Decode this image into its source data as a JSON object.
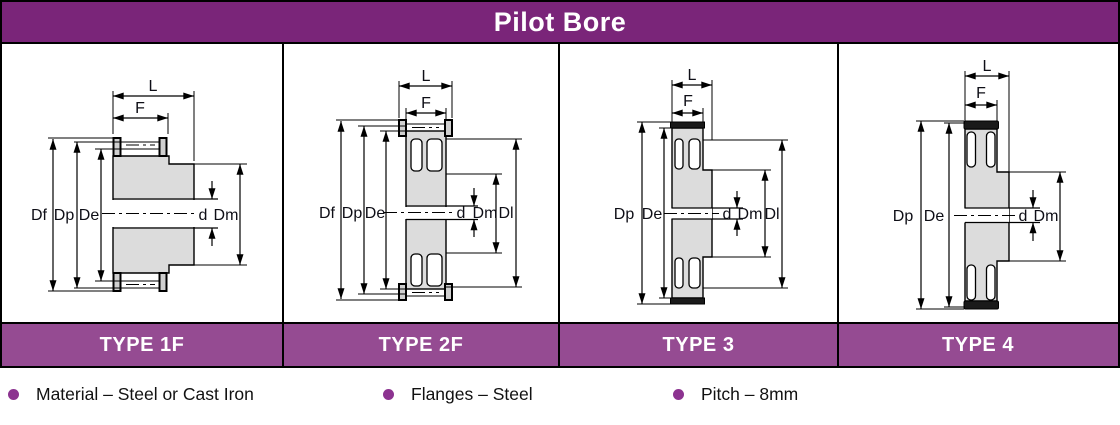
{
  "header": {
    "title": "Pilot Bore"
  },
  "panels": [
    {
      "id": "type-1f",
      "type_label": "TYPE 1F",
      "dims": {
        "L": "L",
        "F": "F",
        "Df": "Df",
        "Dp": "Dp",
        "De": "De",
        "d": "d",
        "Dm": "Dm"
      }
    },
    {
      "id": "type-2f",
      "type_label": "TYPE 2F",
      "dims": {
        "L": "L",
        "F": "F",
        "Df": "Df",
        "Dp": "Dp",
        "De": "De",
        "d": "d",
        "Dm": "Dm",
        "Dl": "Dl"
      }
    },
    {
      "id": "type-3",
      "type_label": "TYPE 3",
      "dims": {
        "L": "L",
        "F": "F",
        "Dp": "Dp",
        "De": "De",
        "d": "d",
        "Dm": "Dm",
        "Dl": "Dl"
      }
    },
    {
      "id": "type-4",
      "type_label": "TYPE 4",
      "dims": {
        "L": "L",
        "F": "F",
        "Dp": "Dp",
        "De": "De",
        "d": "d",
        "Dm": "Dm"
      }
    }
  ],
  "notes": [
    {
      "text": "Material – Steel or Cast Iron"
    },
    {
      "text": "Flanges – Steel"
    },
    {
      "text": "Pitch – 8mm"
    }
  ],
  "colors": {
    "header_bg": "#7a2579",
    "type_band_bg": "#954b92",
    "bullet": "#8c3390",
    "part_fill": "#dcdcdc"
  }
}
